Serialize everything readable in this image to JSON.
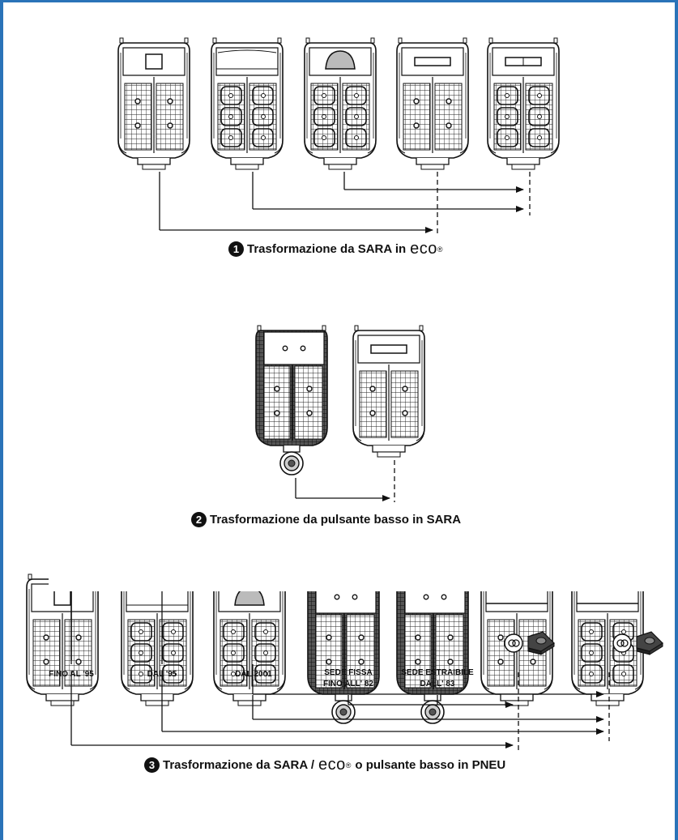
{
  "captions": {
    "c1": {
      "number": "1",
      "text": "Trasformazione da SARA in",
      "eco": "eco",
      "reg": "®"
    },
    "c2": {
      "number": "2",
      "text": "Trasformazione da pulsante basso in SARA"
    },
    "c3": {
      "number": "3",
      "text_a": "Trasformazione da SARA /",
      "eco": "eco",
      "reg": "®",
      "text_b": "o pulsante basso in PNEU"
    }
  },
  "labels": {
    "fino95": "FINO AL '95",
    "dal95": "DAL '95",
    "dal2001": "DAL 2001",
    "sede_fissa_1": "SEDE FISSA",
    "sede_fissa_2": "FINO ALL' 82",
    "sede_estr_1": "SEDE ESTRAIBILE",
    "sede_estr_2": "DALL' 83"
  }
}
